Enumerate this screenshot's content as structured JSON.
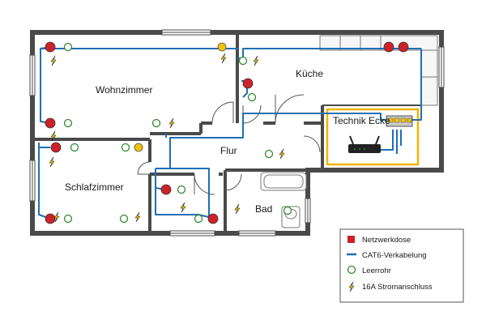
{
  "rooms": {
    "wohnzimmer": "Wohnzimmer",
    "kueche": "Küche",
    "flur": "Flur",
    "schlafzimmer": "Schlafzimmer",
    "bad": "Bad",
    "technik": "Technik Ecke"
  },
  "legend": {
    "network_socket": "Netzwerkdose",
    "cat6": "CAT6-Verkabelung",
    "conduit": "Leerrohr",
    "power": "16A Stromanschluss"
  },
  "colors": {
    "wall": "#4a4a4a",
    "cable": "#1f6fb5",
    "socket": "#cc2229",
    "conduit": "#2e8b2e",
    "power": "#f2c200",
    "technik_border": "#f0b400"
  }
}
